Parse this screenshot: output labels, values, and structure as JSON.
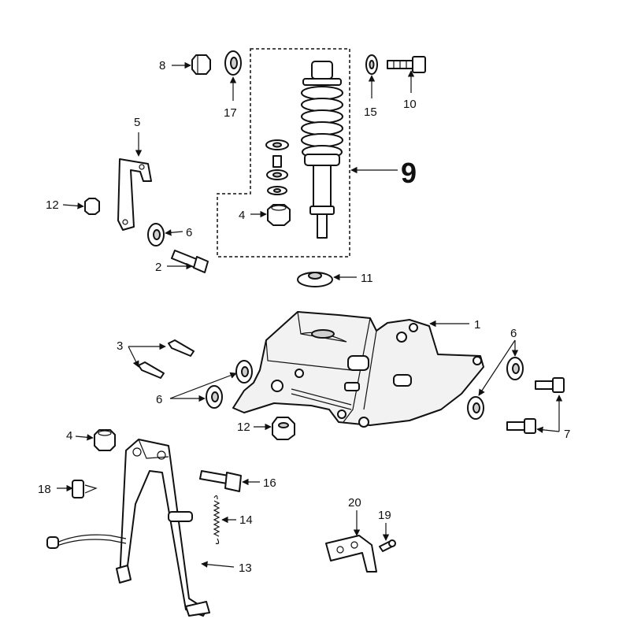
{
  "callouts": [
    {
      "id": "c1",
      "text": "1"
    },
    {
      "id": "c2",
      "text": "2"
    },
    {
      "id": "c3",
      "text": "3"
    },
    {
      "id": "c4a",
      "text": "4"
    },
    {
      "id": "c4b",
      "text": "4"
    },
    {
      "id": "c5",
      "text": "5"
    },
    {
      "id": "c6a",
      "text": "6"
    },
    {
      "id": "c6b",
      "text": "6"
    },
    {
      "id": "c6c",
      "text": "6"
    },
    {
      "id": "c7",
      "text": "7"
    },
    {
      "id": "c8",
      "text": "8"
    },
    {
      "id": "c9",
      "text": "9"
    },
    {
      "id": "c10",
      "text": "10"
    },
    {
      "id": "c11",
      "text": "11"
    },
    {
      "id": "c12a",
      "text": "12"
    },
    {
      "id": "c12b",
      "text": "12"
    },
    {
      "id": "c13",
      "text": "13"
    },
    {
      "id": "c14",
      "text": "14"
    },
    {
      "id": "c15",
      "text": "15"
    },
    {
      "id": "c16",
      "text": "16"
    },
    {
      "id": "c17",
      "text": "17"
    },
    {
      "id": "c18",
      "text": "18"
    },
    {
      "id": "c19",
      "text": "19"
    },
    {
      "id": "c20",
      "text": "20"
    }
  ]
}
